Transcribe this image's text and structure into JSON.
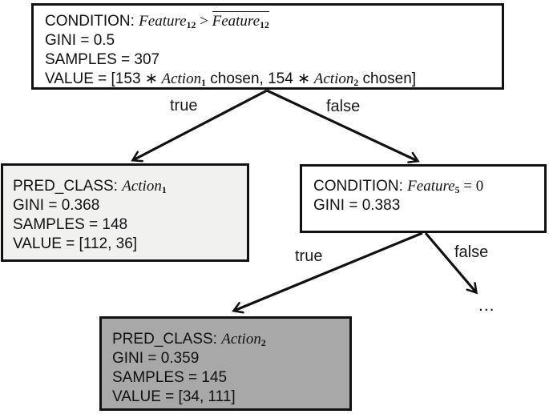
{
  "diagram": {
    "type": "decision-tree",
    "colors": {
      "node_fill_white": "#ffffff",
      "leaf_action1_fill": "#f1f1f0",
      "leaf_action2_fill": "#a8a8a8",
      "border": "#111111",
      "arrow": "#111111"
    },
    "nodes": {
      "root": {
        "lines": [
          {
            "segments": [
              {
                "t": "CONDITION: "
              },
              {
                "t": "Feature",
                "s": "math"
              },
              {
                "t": "12",
                "s": "sub"
              },
              {
                "t": " > ",
                "s": "mathop"
              },
              {
                "parts": [
                  {
                    "t": "Feature",
                    "s": "math"
                  },
                  {
                    "t": "12",
                    "s": "sub"
                  }
                ]
              }
            ]
          },
          {
            "segments": [
              {
                "t": "GINI = 0.5"
              }
            ]
          },
          {
            "segments": [
              {
                "t": "SAMPLES = 307"
              }
            ]
          },
          {
            "segments": [
              {
                "t": "VALUE = [153 "
              },
              {
                "t": "∗ ",
                "s": "mathop"
              },
              {
                "t": "Action",
                "s": "math"
              },
              {
                "t": "1",
                "s": "sub"
              },
              {
                "t": " chosen, 154 "
              },
              {
                "t": "∗ ",
                "s": "mathop"
              },
              {
                "t": "Action",
                "s": "math"
              },
              {
                "t": "2",
                "s": "sub"
              },
              {
                "t": " chosen]"
              }
            ]
          }
        ]
      },
      "leaf_action1": {
        "lines": [
          {
            "segments": [
              {
                "t": "PRED_CLASS: "
              },
              {
                "t": "Action",
                "s": "math"
              },
              {
                "t": "1",
                "s": "sub"
              }
            ]
          },
          {
            "segments": [
              {
                "t": "GINI = 0.368"
              }
            ]
          },
          {
            "segments": [
              {
                "t": "SAMPLES = 148"
              }
            ]
          },
          {
            "segments": [
              {
                "t": "VALUE = [112, 36]"
              }
            ]
          }
        ]
      },
      "feature5": {
        "lines": [
          {
            "segments": [
              {
                "t": "CONDITION: "
              },
              {
                "t": "Feature",
                "s": "math"
              },
              {
                "t": "5",
                "s": "sub"
              },
              {
                "t": " = 0",
                "s": "mathop"
              }
            ]
          },
          {
            "segments": [
              {
                "t": "GINI = 0.383"
              }
            ]
          }
        ]
      },
      "leaf_action2": {
        "lines": [
          {
            "segments": [
              {
                "t": "PRED_CLASS: "
              },
              {
                "t": "Action",
                "s": "math"
              },
              {
                "t": "2",
                "s": "sub"
              }
            ]
          },
          {
            "segments": [
              {
                "t": "GINI = 0.359"
              }
            ]
          },
          {
            "segments": [
              {
                "t": "SAMPLES = 145"
              }
            ]
          },
          {
            "segments": [
              {
                "t": "VALUE = [34, 111]"
              }
            ]
          }
        ]
      }
    },
    "edges": {
      "root_true": "true",
      "root_false": "false",
      "feature5_true": "true",
      "feature5_false": "false",
      "pruned_subtree": "..."
    }
  }
}
